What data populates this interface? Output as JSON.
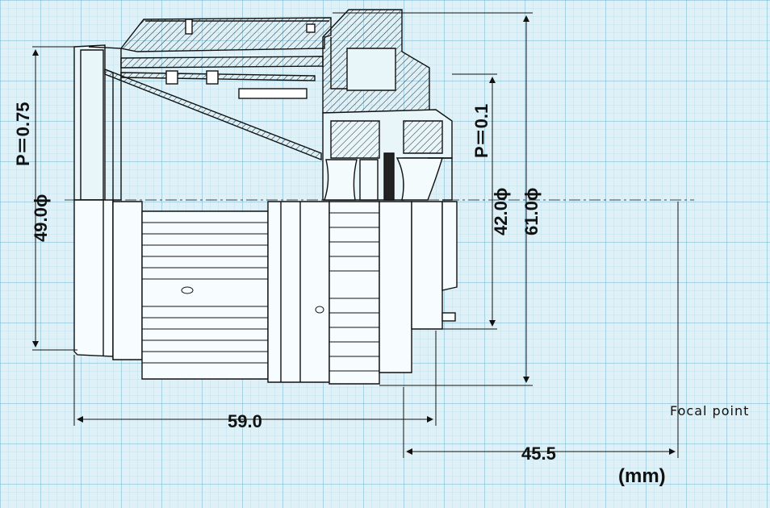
{
  "dimensions": {
    "pitch_front": "P＝0.75",
    "front_diameter": "49.0ϕ",
    "pitch_rear": "P＝0.1",
    "rear_diameter": "42.0ϕ",
    "max_diameter": "61.0ϕ",
    "overall_length": "59.0",
    "flange_focal": "45.5"
  },
  "labels": {
    "focal_point": "Focal point",
    "unit": "(mm)"
  },
  "colors": {
    "paper": "#dff1f7",
    "grid_minor": "#a9d3e3",
    "grid_major": "#6fb4d0",
    "ink": "#111111"
  }
}
